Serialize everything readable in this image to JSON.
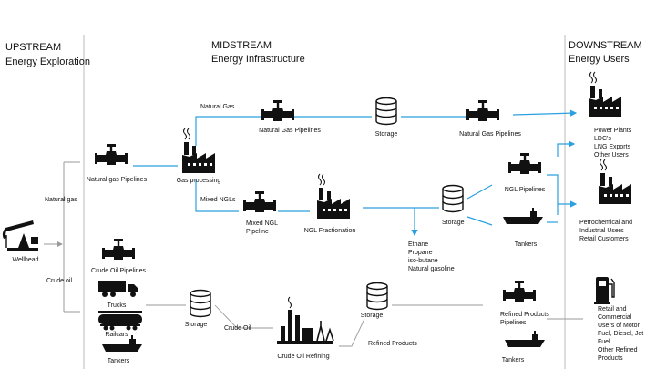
{
  "sections": {
    "upstream": {
      "title": "UPSTREAM",
      "subtitle": "Energy Exploration"
    },
    "midstream": {
      "title": "MIDSTREAM",
      "subtitle": "Energy Infrastructure"
    },
    "downstream": {
      "title": "DOWNSTREAM",
      "subtitle": "Energy Users"
    }
  },
  "labels": {
    "wellhead": "Wellhead",
    "natural_gas_branch": "Natural gas",
    "crude_oil_branch": "Crude oil",
    "natural_gas_pipelines_up": "Natural gas Pipelines",
    "gas_processing": "Gas processing",
    "natural_gas_flow": "Natural Gas",
    "mixed_ngls_flow": "Mixed NGLs",
    "natural_gas_pipelines_mid": "Natural Gas Pipelines",
    "storage_gas": "Storage",
    "natural_gas_pipelines_down": "Natural Gas Pipelines",
    "mixed_ngl_pipeline": "Mixed NGL\nPipeline",
    "ngl_fractionation": "NGL Fractionation",
    "storage_ngl": "Storage",
    "ngl_products": "Ethane\nPropane\niso-butane\nNatural gasoline",
    "ngl_pipelines": "NGL Pipelines",
    "tankers_ngl": "Tankers",
    "power_users": "Power Plants\nLDC's\nLNG Exports\nOther Users",
    "petrochemical_users": "Petrochemical and\nIndustrial Users\nRetail Customers",
    "crude_oil_pipelines": "Crude Oil Pipelines",
    "trucks": "Trucks",
    "railcars": "Railcars",
    "tankers_crude": "Tankers",
    "storage_crude": "Storage",
    "crude_oil_flow": "Crude Oil",
    "crude_oil_refining": "Crude Oil Refining",
    "storage_refined": "Storage",
    "refined_products_flow": "Refined Products",
    "refined_products_pipelines": "Refined Products\nPipelines",
    "tankers_refined": "Tankers",
    "fuel_users": "Retail and\nCommercial\nUsers of Motor\nFuel, Diesel, Jet\nFuel\nOther Refined\nProducts"
  },
  "colors": {
    "flow": "#2aa0e0",
    "connector": "#9a9a9a",
    "icon": "#111111"
  },
  "icons": [
    "oil-pump-jack-icon",
    "pipeline-valve-icon",
    "factory-icon",
    "storage-tank-icon",
    "tanker-ship-icon",
    "truck-icon",
    "railcar-icon",
    "refinery-icon",
    "fuel-pump-icon"
  ]
}
